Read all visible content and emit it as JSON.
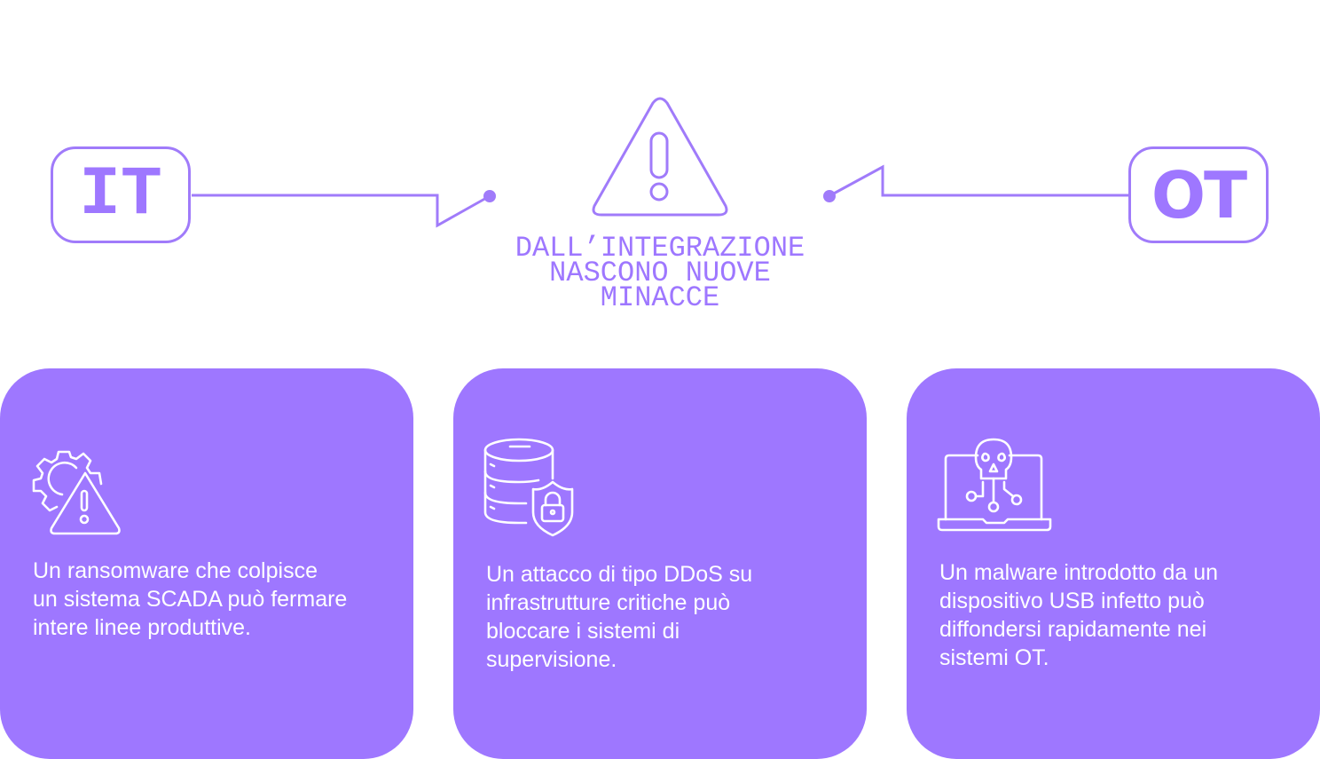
{
  "diagram": {
    "left_node": {
      "label": "IT"
    },
    "right_node": {
      "label": "OT"
    },
    "center": {
      "icon": "warning-triangle-icon",
      "headline_lines": [
        "DALL’INTEGRAZIONE",
        "NASCONO NUOVE",
        "MINACCE"
      ]
    },
    "colors": {
      "accent": "#9E77FF",
      "card_text": "#FFFFFF",
      "background": "#FFFFFF"
    }
  },
  "cards": [
    {
      "icon": "gear-warning-icon",
      "lines": [
        "Un ransomware che colpisce",
        "un sistema SCADA può fermare",
        "intere linee produttive."
      ]
    },
    {
      "icon": "database-shield-lock-icon",
      "lines": [
        "Un attacco di tipo DDoS su",
        "infrastrutture critiche può",
        "bloccare i sistemi di",
        "supervisione."
      ]
    },
    {
      "icon": "laptop-skull-malware-icon",
      "lines": [
        "Un malware introdotto da un",
        "dispositivo USB infetto può",
        "diffondersi rapidamente nei",
        "sistemi OT."
      ]
    }
  ]
}
